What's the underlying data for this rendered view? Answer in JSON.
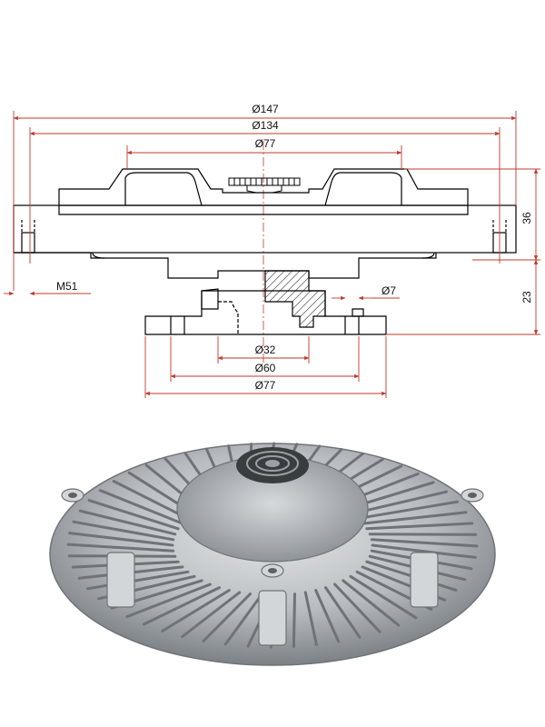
{
  "dimensions": {
    "overall_diameter": "Ø147",
    "flange_diameter": "Ø134",
    "hub_diameter": "Ø77",
    "thread": "M51",
    "bolt_hole": "Ø7",
    "pilot_diameter": "Ø32",
    "bolt_circle": "Ø60",
    "base_diameter": "Ø77",
    "body_height": "36",
    "base_height": "23"
  },
  "colors": {
    "dimension_line": "#c0392b",
    "outline": "#000000",
    "photo_metal": "#b8bcc0",
    "photo_shadow": "#6e7378"
  },
  "photo": {
    "icon": "fan-clutch-photo"
  }
}
